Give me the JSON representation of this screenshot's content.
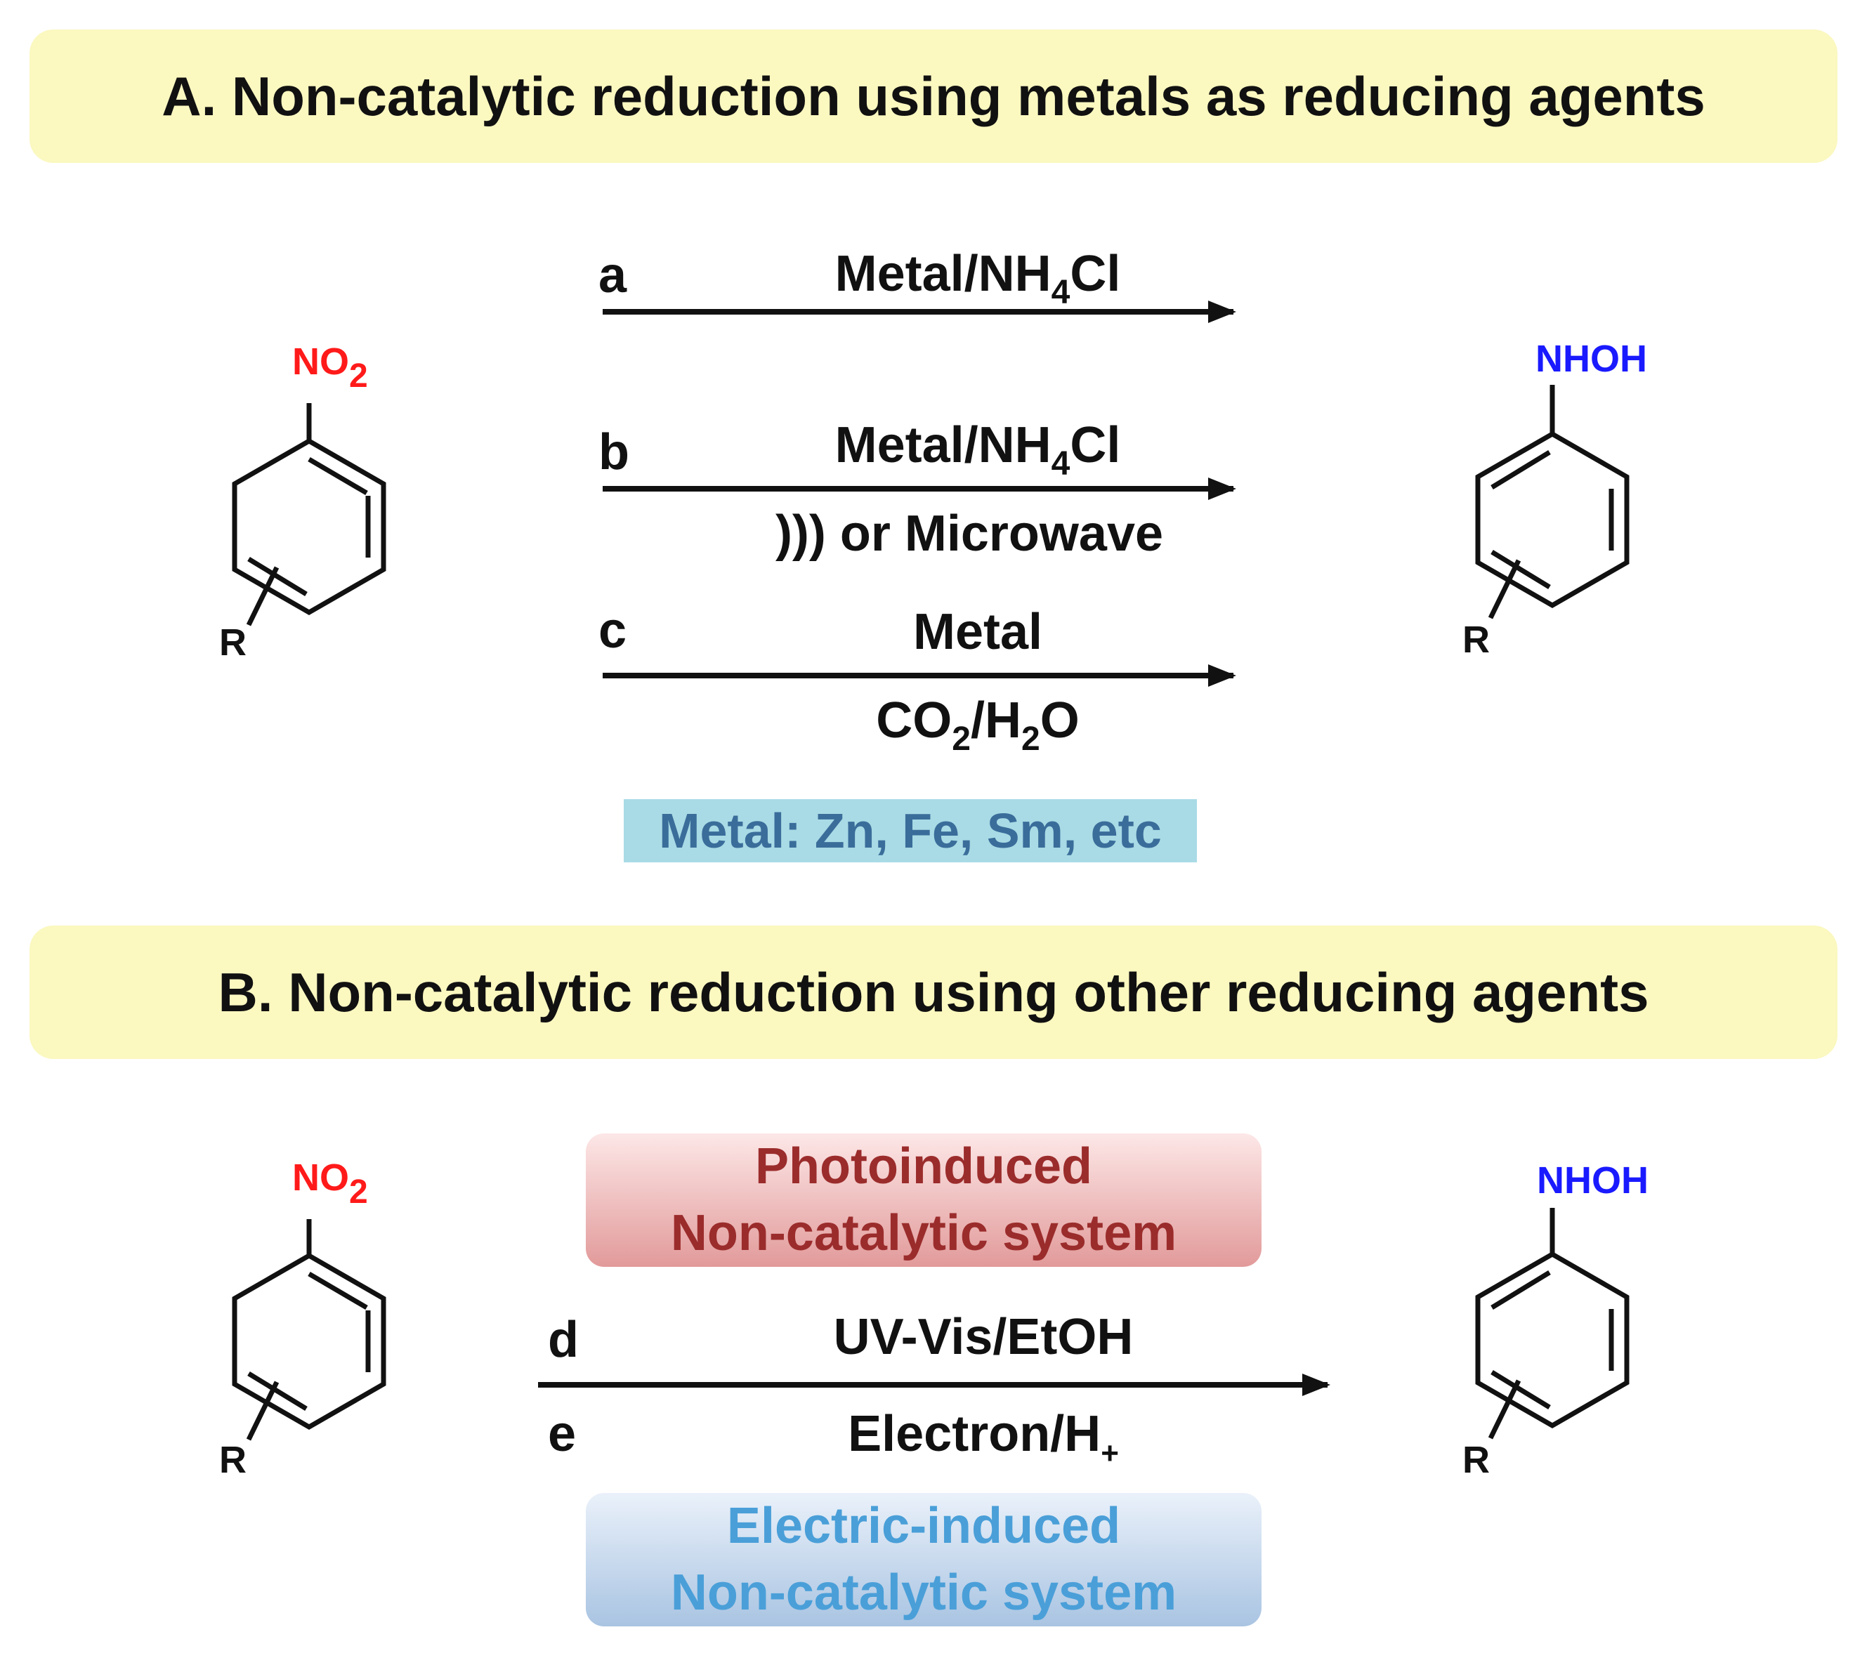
{
  "panel_a": {
    "title": "A. Non-catalytic reduction using metals as reducing agents",
    "reactant": {
      "group_main": "NO",
      "group_sub": "2",
      "r": "R"
    },
    "product": {
      "group": "NHOH",
      "r": "R"
    },
    "routes": [
      {
        "label": "a",
        "above_main": "Metal/NH",
        "above_sub": "4",
        "above_tail": "Cl",
        "below": ""
      },
      {
        "label": "b",
        "above_main": "Metal/NH",
        "above_sub": "4",
        "above_tail": "Cl",
        "below": "))) or Microwave"
      },
      {
        "label": "c",
        "above": "Metal",
        "below_p1": "CO",
        "below_s1": "2",
        "below_p2": "/H",
        "below_s2": "2",
        "below_p3": "O"
      }
    ],
    "metals_note": "Metal: Zn, Fe, Sm, etc"
  },
  "panel_b": {
    "title": "B. Non-catalytic reduction using other reducing agents",
    "reactant": {
      "group_main": "NO",
      "group_sub": "2",
      "r": "R"
    },
    "product": {
      "group": "NHOH",
      "r": "R"
    },
    "photo_box": {
      "line1": "Photoinduced",
      "line2": "Non-catalytic system"
    },
    "electric_box": {
      "line1": "Electric-induced",
      "line2": "Non-catalytic system"
    },
    "route_d": {
      "label": "d",
      "condition": "UV-Vis/EtOH"
    },
    "route_e": {
      "label": "e",
      "condition_main": "Electron/H",
      "condition_sub": "+"
    }
  },
  "colors": {
    "banner": "#fbf8c0",
    "nitro": "#ff1a1a",
    "hydroxylamine": "#1a1aff",
    "metals_note_bg": "#a9dbe6",
    "metals_note_text": "#3a6d9a",
    "photo_text": "#9b2c2c",
    "electric_text": "#4a9fd8"
  }
}
